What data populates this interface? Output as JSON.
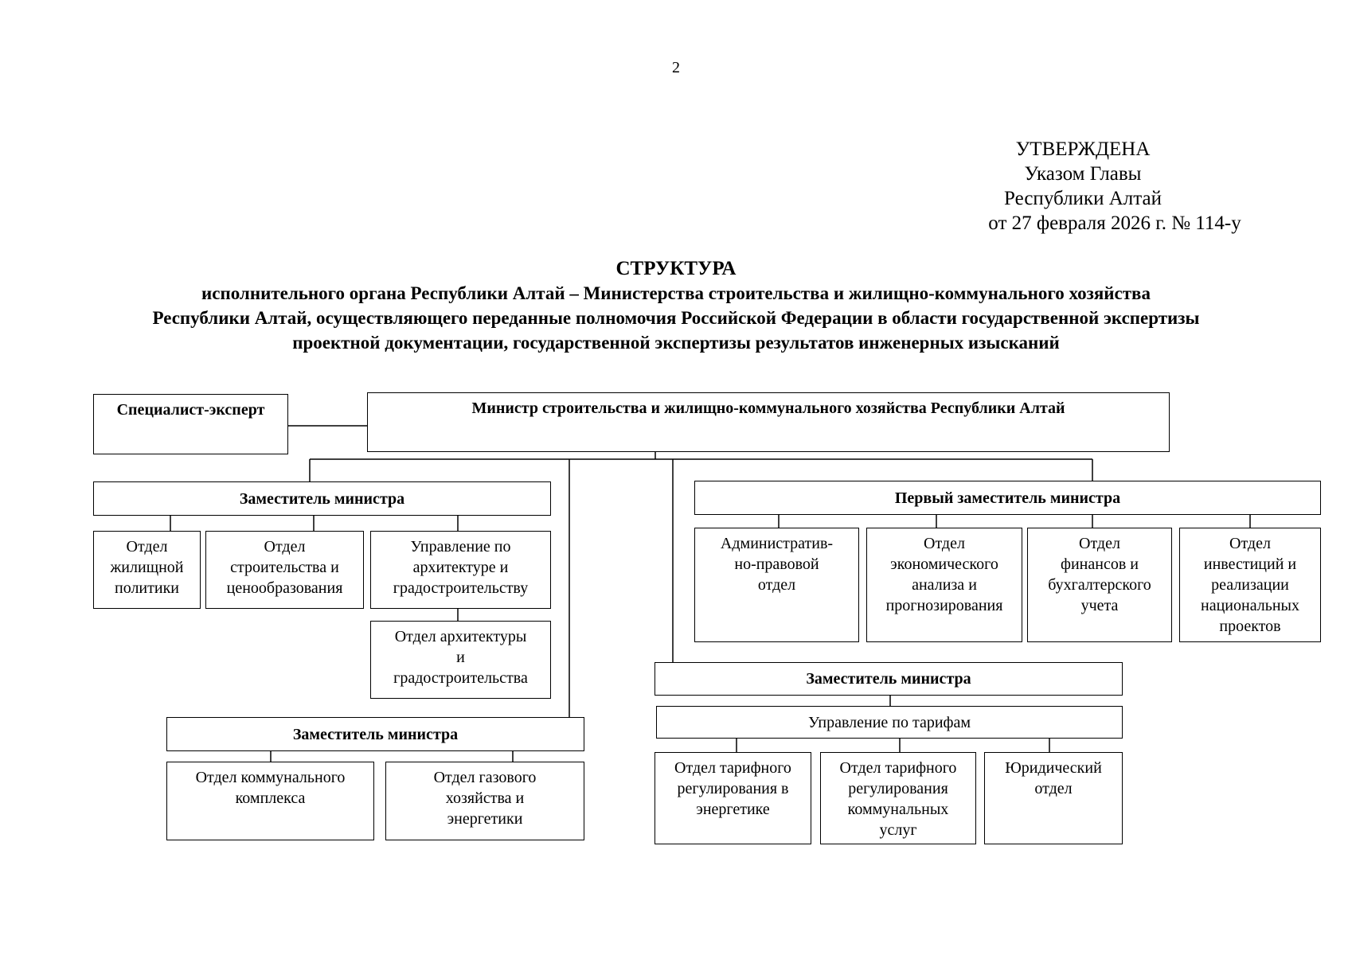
{
  "page_number": "2",
  "approval": {
    "line1": "УТВЕРЖДЕНА",
    "line2": "Указом Главы",
    "line3": "Республики Алтай",
    "line4": "от 27 февраля 2026 г. № 114-у"
  },
  "title": "СТРУКТУРА",
  "subtitle": {
    "line1": "исполнительного органа Республики Алтай – Министерства строительства и жилищно-коммунального хозяйства",
    "line2": "Республики Алтай, осуществляющего переданные полномочия Российской Федерации в области государственной экспертизы",
    "line3": "проектной документации, государственной экспертизы результатов инженерных изысканий"
  },
  "org": {
    "specialist": "Специалист-эксперт",
    "minister": "Министр строительства и жилищно-коммунального хозяйства Республики Алтай",
    "deputy_left": {
      "title": "Заместитель министра",
      "dept_housing": [
        "Отдел",
        "жилищной",
        "политики"
      ],
      "dept_construction": [
        "Отдел",
        "строительства и",
        "ценообразования"
      ],
      "mgmt_architecture": [
        "Управление по",
        "архитектуре и",
        "градостроительству"
      ],
      "dept_architecture": [
        "Отдел архитектуры",
        "и",
        "градостроительства"
      ]
    },
    "deputy_bottom_left": {
      "title": "Заместитель министра",
      "dept_communal": [
        "Отдел коммунального",
        "комплекса"
      ],
      "dept_gas": [
        "Отдел газового",
        "хозяйства и",
        "энергетики"
      ]
    },
    "first_deputy": {
      "title": "Первый заместитель министра",
      "dept_admin": [
        "Административ-",
        "но-правовой",
        "отдел"
      ],
      "dept_econ": [
        "Отдел",
        "экономического",
        "анализа и",
        "прогнозирования"
      ],
      "dept_finance": [
        "Отдел",
        "финансов и",
        "бухгалтерского",
        "учета"
      ],
      "dept_invest": [
        "Отдел",
        "инвестиций и",
        "реализации",
        "национальных",
        "проектов"
      ]
    },
    "deputy_right": {
      "title": "Заместитель министра",
      "mgmt_tariffs": "Управление по тарифам",
      "dept_tariff_energy": [
        "Отдел тарифного",
        "регулирования в",
        "энергетике"
      ],
      "dept_tariff_communal": [
        "Отдел тарифного",
        "регулирования",
        "коммунальных",
        "услуг"
      ],
      "dept_legal": [
        "Юридический",
        "отдел"
      ]
    }
  }
}
